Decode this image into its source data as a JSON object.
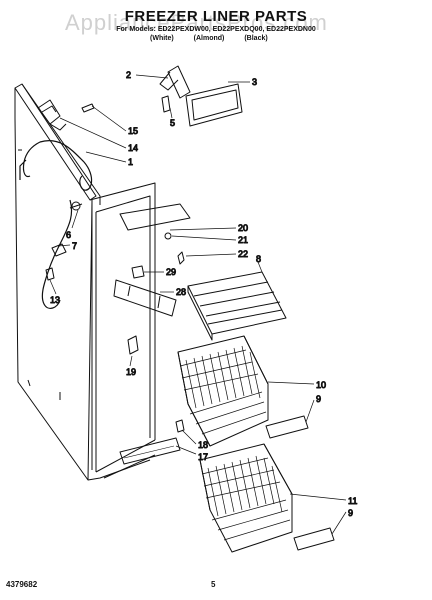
{
  "header": {
    "title": "FREEZER LINER PARTS",
    "models": "For Models: ED22PEXDW00, ED22PEXDQ00, ED22PEXDN00",
    "colors": [
      "(White)",
      "(Almond)",
      "(Black)"
    ]
  },
  "watermark": "AppliancePartsPros.com",
  "footer": {
    "part_number": "4379682",
    "page": "5"
  },
  "callouts": [
    "1",
    "2",
    "3",
    "5",
    "6",
    "7",
    "8",
    "9",
    "9",
    "10",
    "11",
    "13",
    "14",
    "15",
    "17",
    "18",
    "19",
    "20",
    "21",
    "22",
    "28",
    "29"
  ]
}
